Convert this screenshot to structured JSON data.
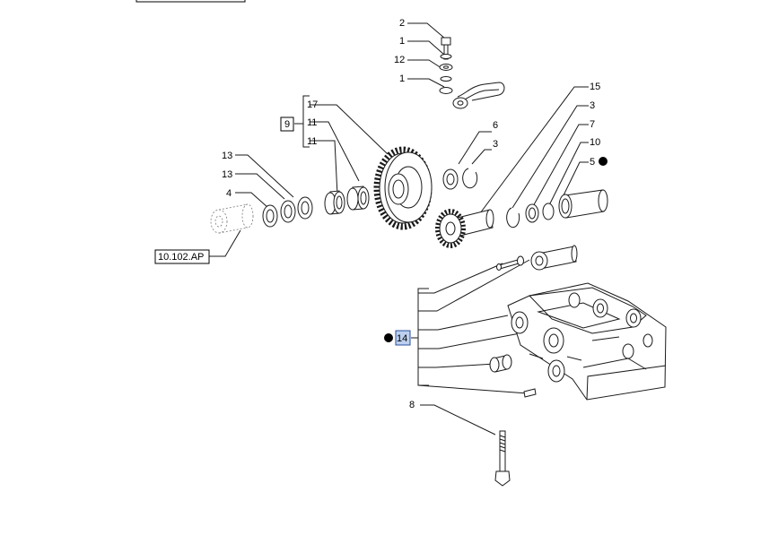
{
  "callouts": {
    "c2": "2",
    "c1a": "1",
    "c12": "12",
    "c1b": "1",
    "c17": "17",
    "c9": "9",
    "c11a": "11",
    "c11b": "11",
    "c6": "6",
    "c3a": "3",
    "c13a": "13",
    "c13b": "13",
    "c4": "4",
    "c15": "15",
    "c3b": "3",
    "c7": "7",
    "c10": "10",
    "c5": "5",
    "c14": "14",
    "c8": "8",
    "ref": "10.102.AP"
  },
  "colors": {
    "highlight_fill": "#bcd0ef",
    "highlight_border": "#2a4f9e",
    "ink": "#1a1a1a"
  }
}
